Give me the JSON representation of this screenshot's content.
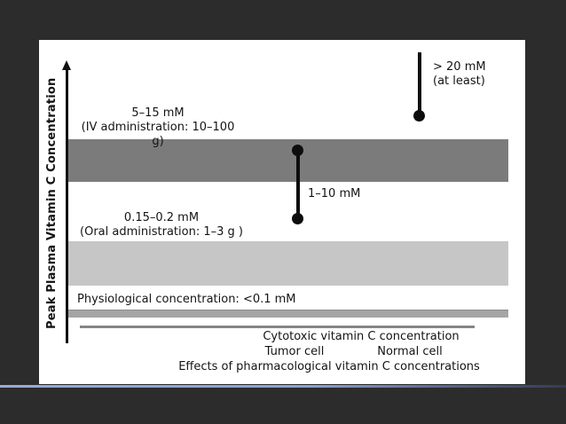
{
  "background_color": "#2c2c2c",
  "accent_line_color": "#8fa5d3",
  "chart_data": {
    "type": "area",
    "ylabel": "Peak Plasma Vitamin C Concentration",
    "caption": "Effects of pharmacological vitamin C concentrations",
    "bands": [
      {
        "id": "iv",
        "label_line1": "5–15 mM",
        "label_line2": "(IV administration: 10–100 g)",
        "range_mM": [
          5,
          15
        ],
        "color": "#7b7b7b"
      },
      {
        "id": "oral",
        "label_line1": "0.15–0.2 mM",
        "label_line2": "(Oral administration: 1–3 g )",
        "range_mM": [
          0.15,
          0.2
        ],
        "color": "#c6c6c6"
      },
      {
        "id": "physiological",
        "label": "Physiological concentration: <0.1 mM",
        "range_mM": [
          0,
          0.1
        ],
        "color": "#a5a5a5"
      }
    ],
    "markers": [
      {
        "id": "normal-cell-threshold",
        "style": "pin-down",
        "label_line1": "> 20 mM",
        "label_line2": "(at least)",
        "comparator": ">",
        "value_mM": 20,
        "column": "Normal cell"
      },
      {
        "id": "tumor-cell-range",
        "style": "dumbbell",
        "label": "1–10 mM",
        "range_mM": [
          1,
          10
        ],
        "column": "Tumor cell"
      }
    ],
    "x_axis": {
      "header": "Cytotoxic vitamin C concentration",
      "columns": [
        "Tumor cell",
        "Normal cell"
      ]
    },
    "axis_color": "#111111",
    "baseline_color": "#868686"
  }
}
